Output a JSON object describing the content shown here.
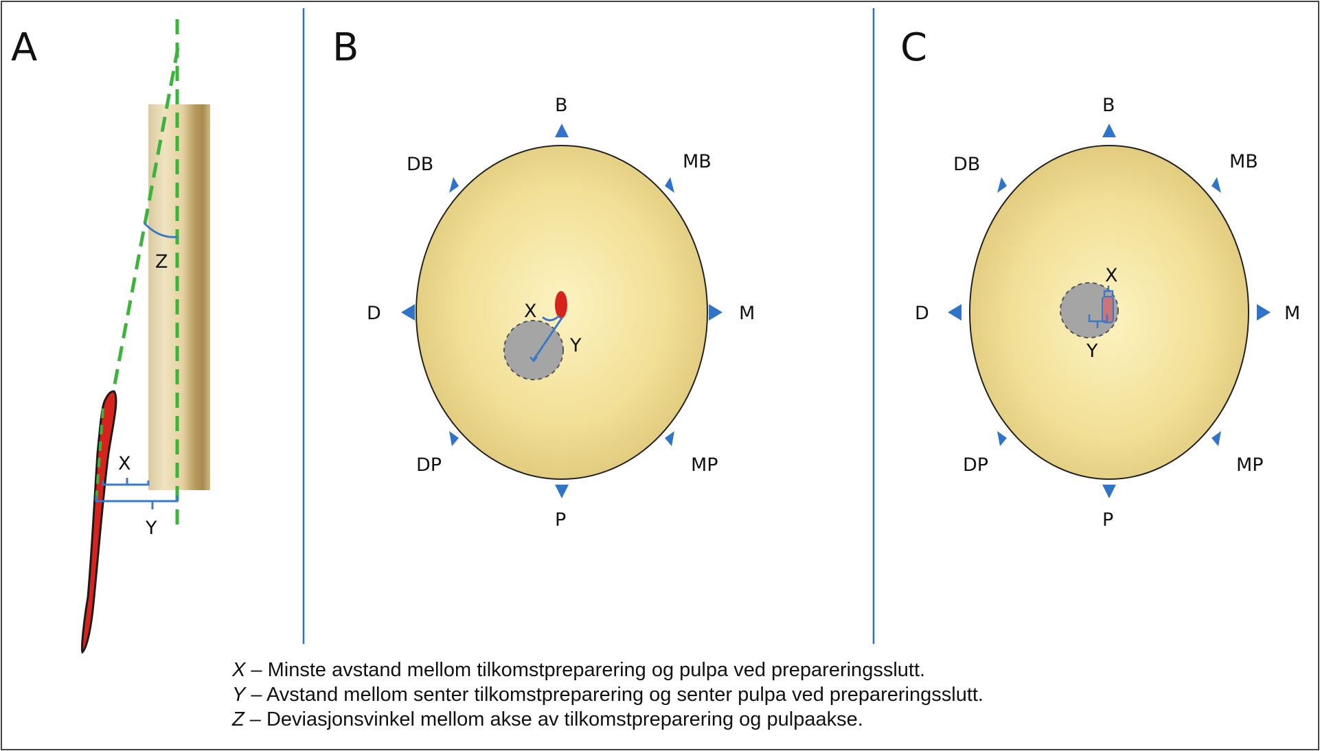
{
  "panels": {
    "a": {
      "letter": "A",
      "labels": {
        "x": "X",
        "y": "Y",
        "z": "Z"
      }
    },
    "b": {
      "letter": "B",
      "directions": {
        "b": "B",
        "db": "DB",
        "mb": "MB",
        "d": "D",
        "m": "M",
        "dp": "DP",
        "mp": "MP",
        "p": "P"
      },
      "labels": {
        "x": "X",
        "y": "Y"
      }
    },
    "c": {
      "letter": "C",
      "directions": {
        "b": "B",
        "db": "DB",
        "mb": "MB",
        "d": "D",
        "m": "M",
        "dp": "DP",
        "mp": "MP",
        "p": "P"
      },
      "labels": {
        "x": "X",
        "y": "Y"
      }
    }
  },
  "legend": [
    {
      "symbol": "X",
      "text": "– Minste avstand mellom tilkomstpreparering og pulpa ved prepareringsslutt."
    },
    {
      "symbol": "Y",
      "text": "– Avstand mellom senter tilkomstpreparering og senter pulpa ved prepareringsslutt."
    },
    {
      "symbol": "Z",
      "text": "– Deviasjonsvinkel mellom akse av tilkomstpreparering og pulpaakse."
    }
  ],
  "colors": {
    "frame": "#444444",
    "divider": "#2f6fc0",
    "green_axis": "#3cb43c",
    "measure_blue": "#3a78c8",
    "marker_blue": "#2f74c8",
    "pulp_red": "#d8221c",
    "tooth_yellow": "#f3e39a",
    "gray_circle": "#a5a5a5"
  }
}
